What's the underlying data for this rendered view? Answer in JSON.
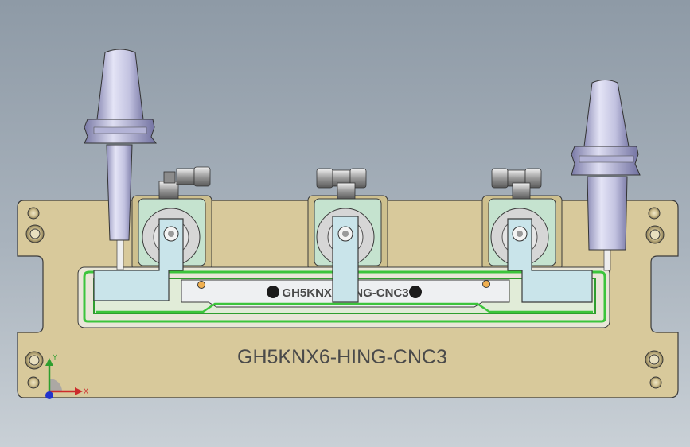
{
  "part": {
    "engraved_label": "GH5KNX6-HING-CNC3",
    "rail_label": "GH5KNX6-HING-CNC3"
  },
  "triad": {
    "x_label": "X",
    "y_label": "Y"
  },
  "colors": {
    "viewport_top": "#8e9aa6",
    "viewport_bottom": "#c9d0d6",
    "base_plate": "#d8c99b",
    "highlight_outline": "#3cc43c",
    "clamp_arm": "#c9e4ea",
    "tool_holder": "#c8c8e6"
  },
  "icons": [
    "triad-icon",
    "mounting-hole-icon",
    "pneumatic-fitting-icon",
    "tool-holder-icon"
  ]
}
